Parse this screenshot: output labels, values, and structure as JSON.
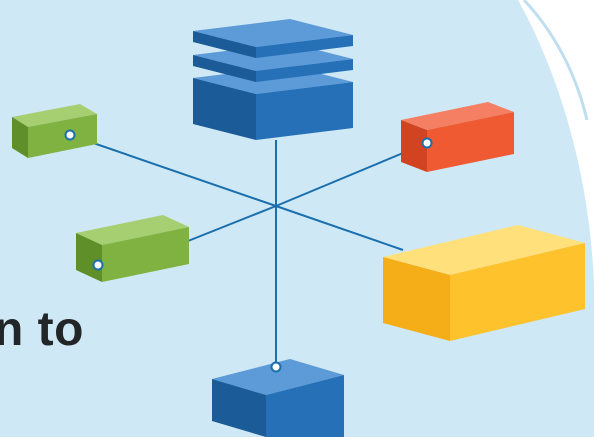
{
  "caption": {
    "text": "n to"
  },
  "colors": {
    "background": "#cfe8f5",
    "connector_line": "#1a6fae",
    "node_dot_fill": "#ffffff",
    "blue_top": "#5c9ad8",
    "blue_front": "#2670b8",
    "blue_side": "#1b5b98",
    "green_top": "#a5cf70",
    "green_front": "#7fb240",
    "green_side": "#5e8f29",
    "red_top": "#f57f62",
    "red_front": "#ef5a33",
    "red_side": "#d24421",
    "yellow_top": "#ffe07a",
    "yellow_front": "#fdc22c",
    "yellow_side": "#f5ad18",
    "caption_text": "#222628"
  },
  "nodes": [
    {
      "id": "server-stack",
      "kind": "stacked-server",
      "color": "blue"
    },
    {
      "id": "top-left",
      "kind": "box",
      "color": "green"
    },
    {
      "id": "mid-left",
      "kind": "box",
      "color": "green"
    },
    {
      "id": "top-right",
      "kind": "box",
      "color": "red"
    },
    {
      "id": "right-large",
      "kind": "box",
      "color": "yellow"
    },
    {
      "id": "bottom",
      "kind": "box",
      "color": "blue"
    }
  ]
}
